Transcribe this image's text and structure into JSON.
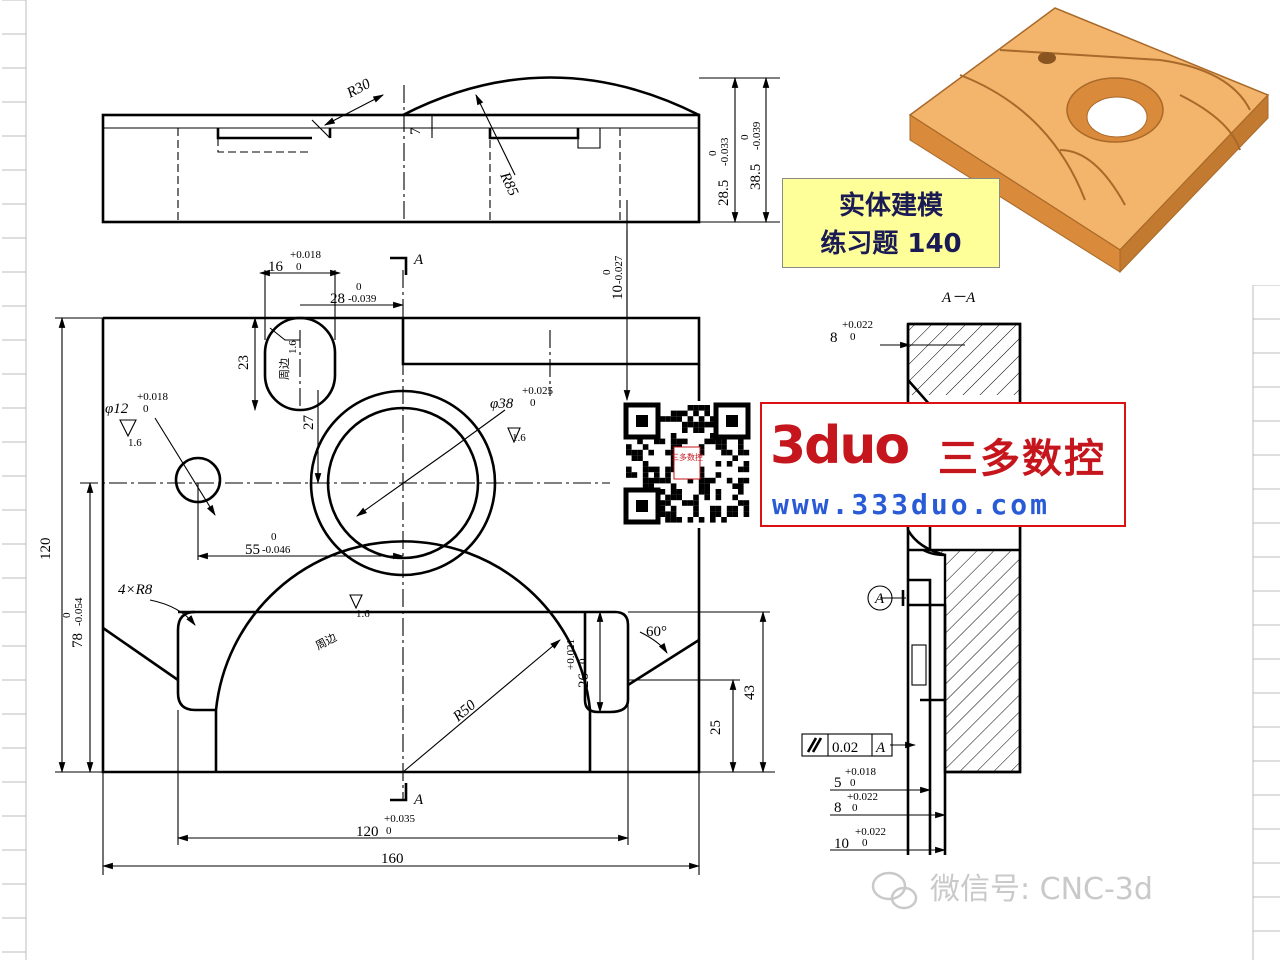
{
  "title_box": {
    "line1": "实体建模",
    "line2": "练习题 140"
  },
  "watermark": {
    "logo": "3duo",
    "name": "三多数控",
    "url": "www.333duo.com",
    "qr_text": "三多数控"
  },
  "wechat": {
    "text": "微信号: CNC-3d"
  },
  "section_title": "A－A",
  "section_marks": {
    "top": "A",
    "bottom": "A",
    "datum": "A"
  },
  "dimensions": {
    "r30": "R30",
    "r85": "R85",
    "seven": "7",
    "h_28_5": "28.5",
    "h_28_5_tol_up": "0",
    "h_28_5_tol_low": "-0.033",
    "h_38_5": "38.5",
    "h_38_5_tol_up": "0",
    "h_38_5_tol_low": "-0.039",
    "w16": "16",
    "w16_up": "+0.018",
    "w16_low": "0",
    "w28": "28",
    "w28_up": "0",
    "w28_low": "-0.039",
    "w10": "10",
    "w10_up": "0",
    "w10_low": "-0.027",
    "d23": "23",
    "d27": "27",
    "phi12": "φ12",
    "phi12_up": "+0.018",
    "phi12_low": "0",
    "phi38": "φ38",
    "phi38_up": "+0.025",
    "phi38_low": "0",
    "rough": "1.6",
    "zhoubian": "周边",
    "d55": "55",
    "d55_up": "0",
    "d55_low": "-0.046",
    "h120": "120",
    "h78": "78",
    "h78_up": "0",
    "h78_low": "-0.054",
    "r8": "4×R8",
    "r50": "R50",
    "angle60": "60°",
    "d26": "26",
    "d26_up": "+0.021",
    "d26_low": "0",
    "d25": "25",
    "d43": "43",
    "w120": "120",
    "w120_up": "+0.035",
    "w120_low": "0",
    "w160": "160",
    "s8": "8",
    "s8_up": "+0.022",
    "s8_low": "0",
    "parallel_tol": "0.02",
    "s5": "5",
    "s5_up": "+0.018",
    "s5_low": "0",
    "s8b": "8",
    "s8b_up": "+0.022",
    "s8b_low": "0",
    "s10": "10",
    "s10_up": "+0.022",
    "s10_low": "0"
  },
  "colors": {
    "part_top": "#f2b56b",
    "part_side": "#d98a3a",
    "title_bg": "#ffff99",
    "brand_red": "#c4161c",
    "brand_blue": "#2a5bd7"
  }
}
